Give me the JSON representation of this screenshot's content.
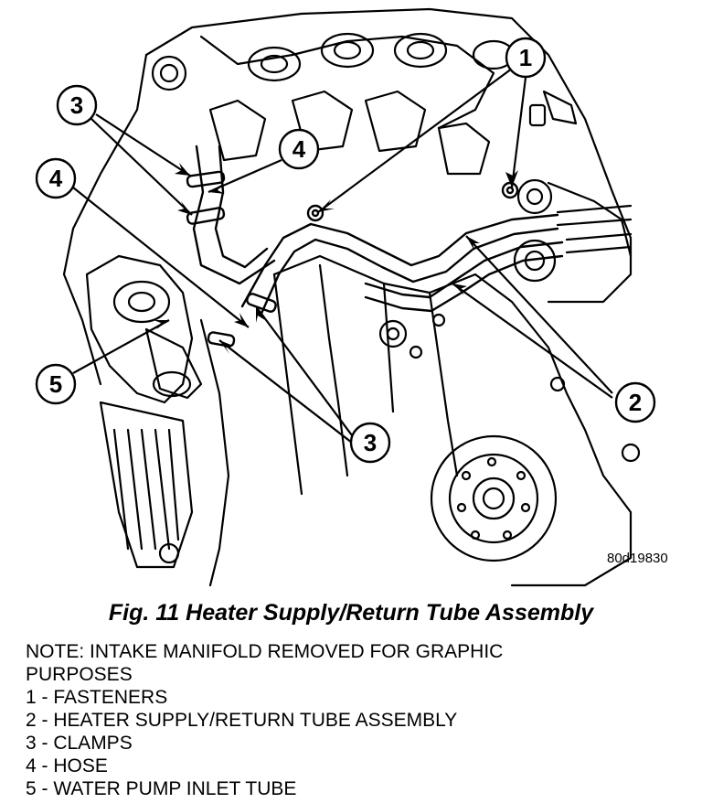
{
  "figure": {
    "reference_code": "80d19830",
    "caption": "Fig. 11 Heater Supply/Return Tube Assembly",
    "callouts": {
      "c1": "1",
      "c2": "2",
      "c3a": "3",
      "c3b": "3",
      "c4a": "4",
      "c4b": "4",
      "c5": "5"
    }
  },
  "legend": {
    "note_line1": "NOTE: INTAKE MANIFOLD REMOVED FOR GRAPHIC",
    "note_line2": "PURPOSES",
    "items": [
      "1 - FASTENERS",
      "2 - HEATER SUPPLY/RETURN TUBE ASSEMBLY",
      "3 - CLAMPS",
      "4 - HOSE",
      "5 - WATER PUMP INLET TUBE"
    ]
  }
}
